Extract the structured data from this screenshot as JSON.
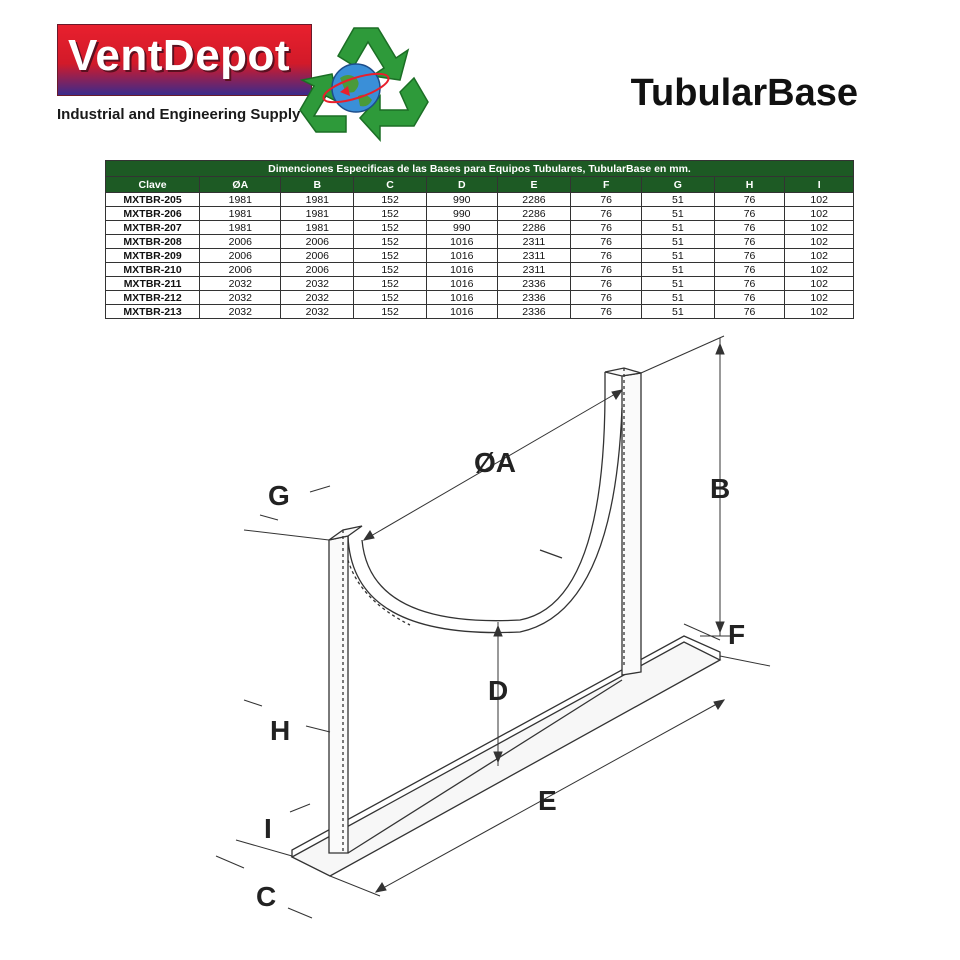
{
  "brand": {
    "name": "VentDepot",
    "tagline": "Industrial and Engineering Supply",
    "colors": {
      "red": "#d21a29",
      "blue": "#3b2a8c",
      "green": "#2e9a3a"
    }
  },
  "page_title": "TubularBase",
  "table": {
    "caption": "Dimenciones Especificas de las Bases para Equipos Tubulares, TubularBase en mm.",
    "headers": [
      "Clave",
      "ØA",
      "B",
      "C",
      "D",
      "E",
      "F",
      "G",
      "H",
      "I"
    ],
    "rows": [
      [
        "MXTBR-205",
        "1981",
        "1981",
        "152",
        "990",
        "2286",
        "76",
        "51",
        "76",
        "102"
      ],
      [
        "MXTBR-206",
        "1981",
        "1981",
        "152",
        "990",
        "2286",
        "76",
        "51",
        "76",
        "102"
      ],
      [
        "MXTBR-207",
        "1981",
        "1981",
        "152",
        "990",
        "2286",
        "76",
        "51",
        "76",
        "102"
      ],
      [
        "MXTBR-208",
        "2006",
        "2006",
        "152",
        "1016",
        "2311",
        "76",
        "51",
        "76",
        "102"
      ],
      [
        "MXTBR-209",
        "2006",
        "2006",
        "152",
        "1016",
        "2311",
        "76",
        "51",
        "76",
        "102"
      ],
      [
        "MXTBR-210",
        "2006",
        "2006",
        "152",
        "1016",
        "2311",
        "76",
        "51",
        "76",
        "102"
      ],
      [
        "MXTBR-211",
        "2032",
        "2032",
        "152",
        "1016",
        "2336",
        "76",
        "51",
        "76",
        "102"
      ],
      [
        "MXTBR-212",
        "2032",
        "2032",
        "152",
        "1016",
        "2336",
        "76",
        "51",
        "76",
        "102"
      ],
      [
        "MXTBR-213",
        "2032",
        "2032",
        "152",
        "1016",
        "2336",
        "76",
        "51",
        "76",
        "102"
      ]
    ]
  },
  "diagram": {
    "labels": {
      "a": "ØA",
      "b": "B",
      "c": "C",
      "d": "D",
      "e": "E",
      "f": "F",
      "g": "G",
      "h": "H",
      "i": "I"
    }
  }
}
